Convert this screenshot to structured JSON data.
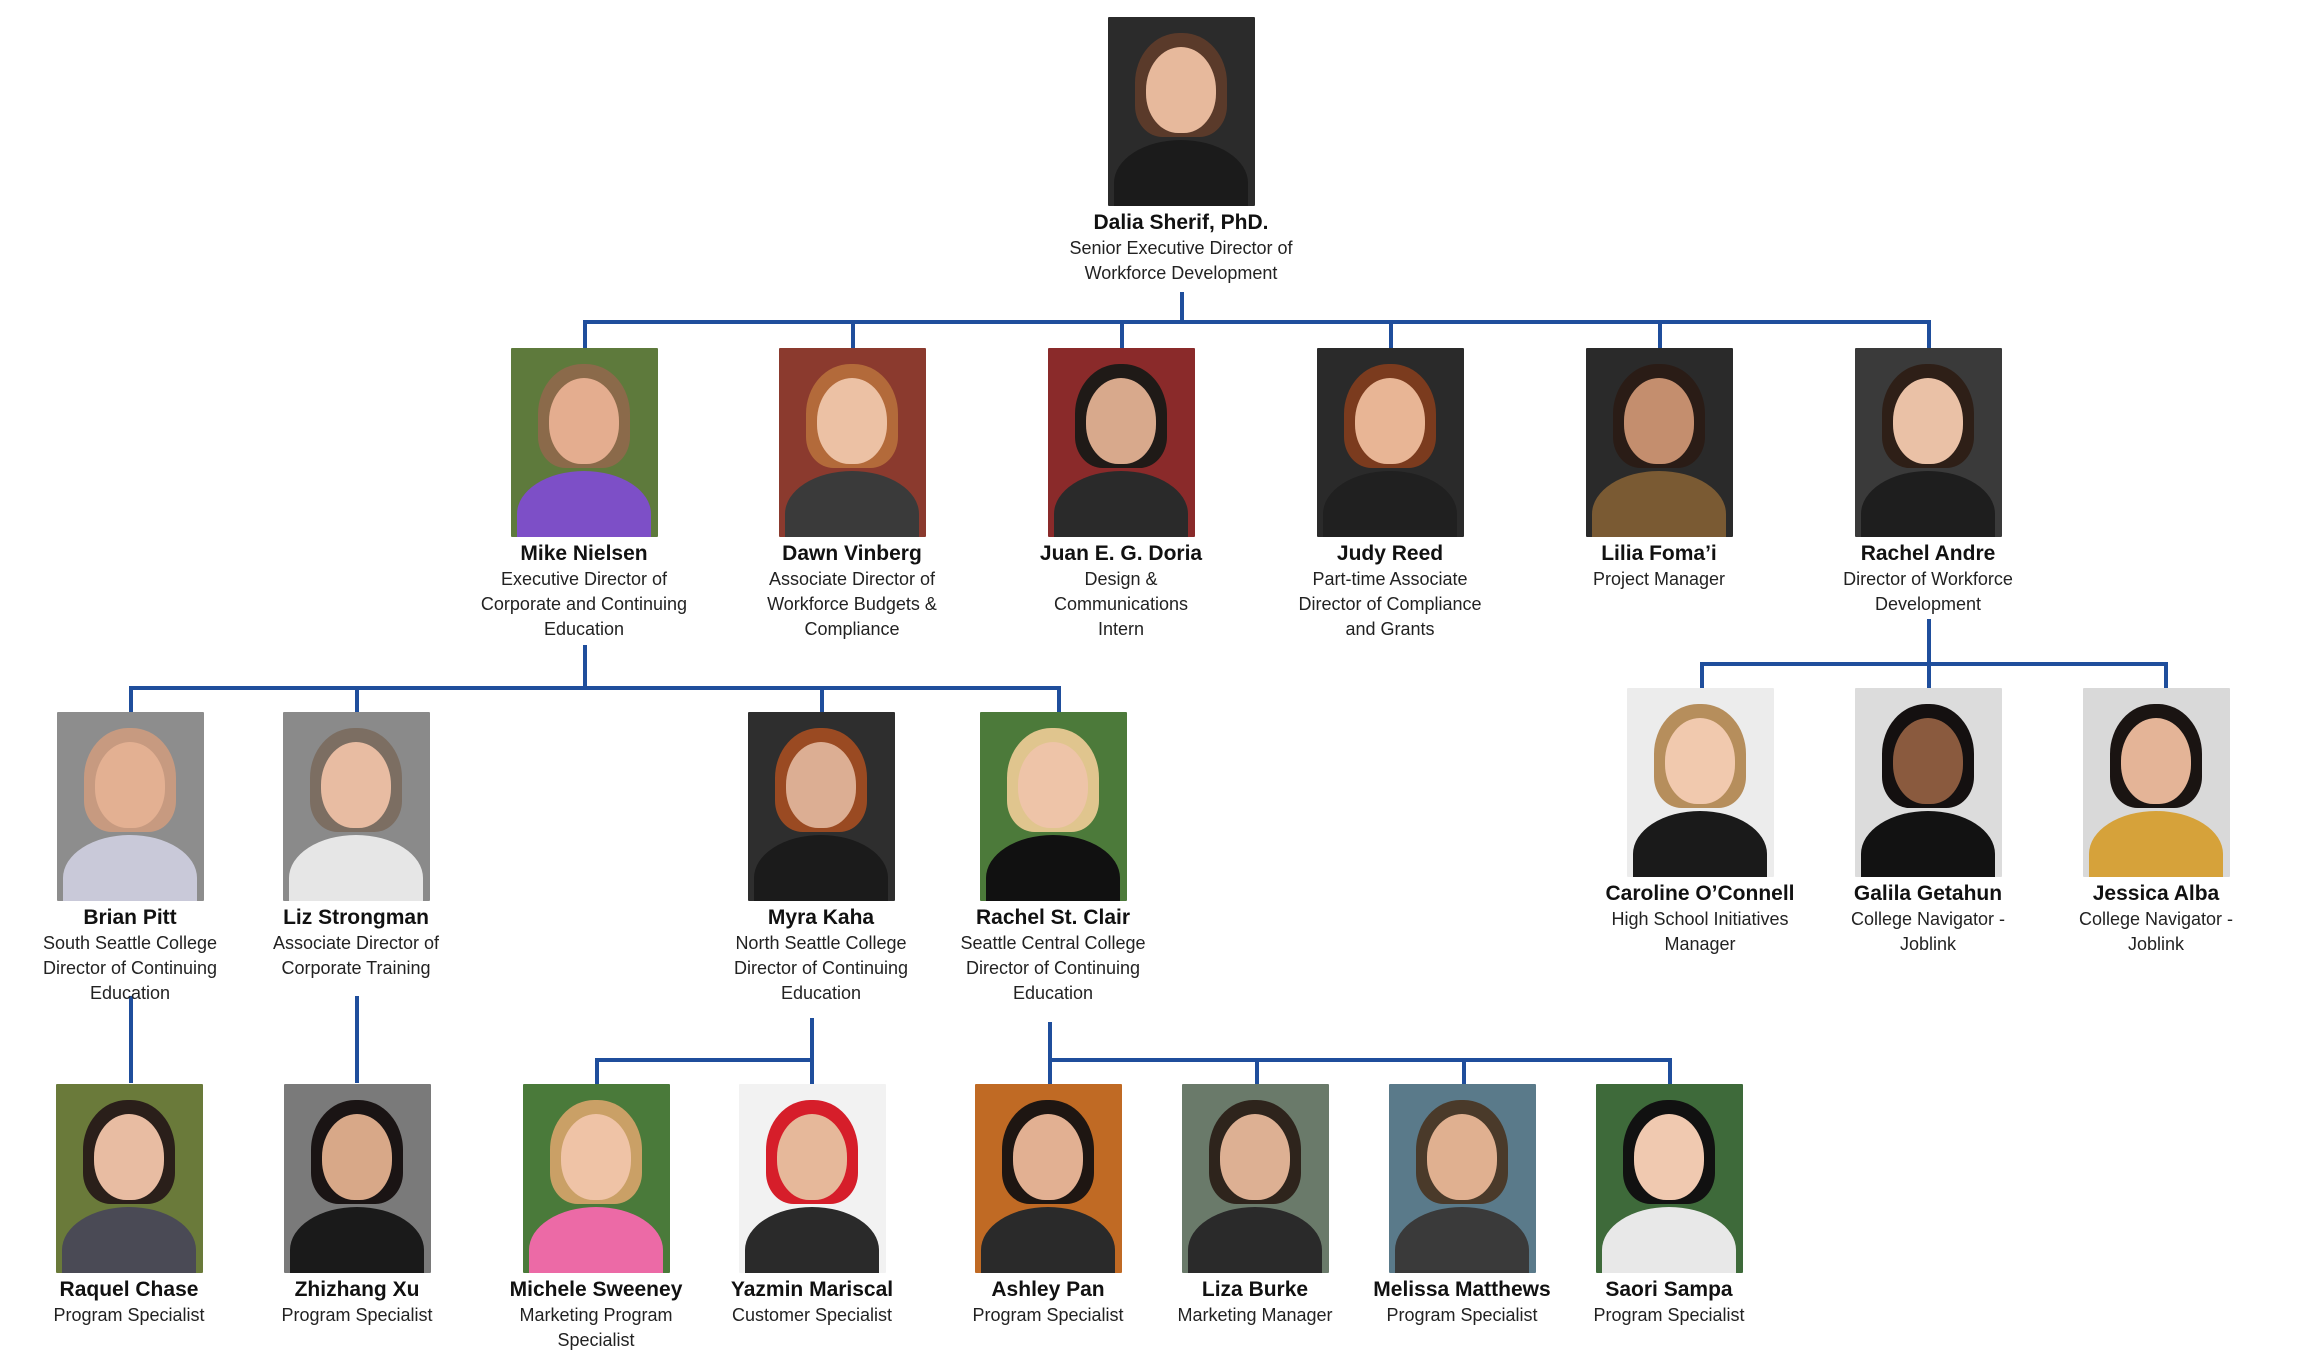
{
  "people": [
    {
      "id": "dalia",
      "name": "Dalia Sherif, PhD.",
      "title_lines": [
        "Senior Executive Director of",
        "Workforce Development"
      ],
      "colors": {
        "bg": "#2b2b2b",
        "hair": "#5a3a2a",
        "skin": "#e7b99c",
        "body": "#1b1b1b"
      }
    },
    {
      "id": "mike",
      "name": "Mike Nielsen",
      "title_lines": [
        "Executive Director of",
        "Corporate and Continuing",
        "Education"
      ],
      "colors": {
        "bg": "#5e7a3c",
        "hair": "#8b6a4a",
        "skin": "#e4ad8f",
        "body": "#7d4fc7"
      }
    },
    {
      "id": "dawn",
      "name": "Dawn Vinberg",
      "title_lines": [
        "Associate Director of",
        "Workforce Budgets &",
        "Compliance"
      ],
      "colors": {
        "bg": "#8b3a2e",
        "hair": "#b36a3a",
        "skin": "#ecc1a4",
        "body": "#3a3a3a"
      }
    },
    {
      "id": "juan",
      "name": "Juan E. G. Doria",
      "title_lines": [
        "Design &",
        "Communications",
        "Intern"
      ],
      "colors": {
        "bg": "#8a2a2a",
        "hair": "#1f1a17",
        "skin": "#d8a98c",
        "body": "#2a2a2a"
      }
    },
    {
      "id": "judy",
      "name": "Judy Reed",
      "title_lines": [
        "Part-time Associate",
        "Director of Compliance",
        "and Grants"
      ],
      "colors": {
        "bg": "#2a2a2a",
        "hair": "#7b3b1e",
        "skin": "#e8b595",
        "body": "#202020"
      }
    },
    {
      "id": "lilia",
      "name": "Lilia Foma’i",
      "title_lines": [
        "Project Manager"
      ],
      "colors": {
        "bg": "#2a2a2a",
        "hair": "#2a1c16",
        "skin": "#c48e6e",
        "body": "#7a5a33"
      }
    },
    {
      "id": "rachel_a",
      "name": "Rachel Andre",
      "title_lines": [
        "Director of Workforce",
        "Development"
      ],
      "colors": {
        "bg": "#3a3a3a",
        "hair": "#2e1f17",
        "skin": "#eac1a6",
        "body": "#1e1e1e"
      }
    },
    {
      "id": "brian",
      "name": "Brian Pitt",
      "title_lines": [
        "South Seattle College",
        "Director of Continuing",
        "Education"
      ],
      "colors": {
        "bg": "#8d8d8d",
        "hair": "#c79a80",
        "skin": "#e3b092",
        "body": "#c9c9d9"
      }
    },
    {
      "id": "liz",
      "name": "Liz Strongman",
      "title_lines": [
        "Associate Director of",
        "Corporate Training"
      ],
      "colors": {
        "bg": "#8a8a8a",
        "hair": "#7c6e62",
        "skin": "#e8bca2",
        "body": "#e6e6e6"
      }
    },
    {
      "id": "myra",
      "name": "Myra Kaha",
      "title_lines": [
        "North Seattle College",
        "Director of Continuing",
        "Education"
      ],
      "colors": {
        "bg": "#2e2e2e",
        "hair": "#9a4a22",
        "skin": "#dcae93",
        "body": "#1b1b1b"
      }
    },
    {
      "id": "rachel_s",
      "name": "Rachel St. Clair",
      "title_lines": [
        "Seattle Central College",
        "Director of Continuing",
        "Education"
      ],
      "colors": {
        "bg": "#4c7a3a",
        "hair": "#e0c58e",
        "skin": "#eec4a8",
        "body": "#111111"
      }
    },
    {
      "id": "caroline",
      "name": "Caroline O’Connell",
      "title_lines": [
        "High School Initiatives",
        "Manager"
      ],
      "colors": {
        "bg": "#ececec",
        "hair": "#b68e5c",
        "skin": "#f1c9ae",
        "body": "#1a1a1a"
      }
    },
    {
      "id": "galila",
      "name": "Galila Getahun",
      "title_lines": [
        "College Navigator -",
        "Joblink"
      ],
      "colors": {
        "bg": "#dcdcdc",
        "hair": "#141010",
        "skin": "#8a5a3e",
        "body": "#121212"
      }
    },
    {
      "id": "jessica",
      "name": "Jessica Alba",
      "title_lines": [
        "College Navigator -",
        "Joblink"
      ],
      "colors": {
        "bg": "#d9d9d9",
        "hair": "#1a1412",
        "skin": "#e4b497",
        "body": "#d6a23a"
      }
    },
    {
      "id": "raquel",
      "name": "Raquel Chase",
      "title_lines": [
        "Program Specialist"
      ],
      "colors": {
        "bg": "#6a7a3a",
        "hair": "#2a1f1a",
        "skin": "#e8bca2",
        "body": "#4a4a55"
      }
    },
    {
      "id": "zhizhang",
      "name": "Zhizhang Xu",
      "title_lines": [
        "Program Specialist"
      ],
      "colors": {
        "bg": "#7a7a7a",
        "hair": "#1a1414",
        "skin": "#d8a888",
        "body": "#1a1a1a"
      }
    },
    {
      "id": "michele",
      "name": "Michele Sweeney",
      "title_lines": [
        "Marketing Program",
        "Specialist"
      ],
      "colors": {
        "bg": "#4a7a3a",
        "hair": "#caa066",
        "skin": "#efc3a6",
        "body": "#ec6aa6"
      }
    },
    {
      "id": "yazmin",
      "name": "Yazmin Mariscal",
      "title_lines": [
        "Customer Specialist"
      ],
      "colors": {
        "bg": "#f2f2f2",
        "hair": "#d61e2a",
        "skin": "#e6b89a",
        "body": "#2a2a2a"
      }
    },
    {
      "id": "ashley",
      "name": "Ashley Pan",
      "title_lines": [
        "Program Specialist"
      ],
      "colors": {
        "bg": "#c06a24",
        "hair": "#1e1612",
        "skin": "#e2b092",
        "body": "#2a2a2a"
      }
    },
    {
      "id": "liza",
      "name": "Liza Burke",
      "title_lines": [
        "Marketing Manager"
      ],
      "colors": {
        "bg": "#6a7a6a",
        "hair": "#2e241c",
        "skin": "#ddb093",
        "body": "#2a2a2a"
      }
    },
    {
      "id": "melissa",
      "name": "Melissa Matthews",
      "title_lines": [
        "Program Specialist"
      ],
      "colors": {
        "bg": "#5a7a8a",
        "hair": "#4a3a2a",
        "skin": "#e0b090",
        "body": "#3a3a3a"
      }
    },
    {
      "id": "saori",
      "name": "Saori Sampa",
      "title_lines": [
        "Program Specialist"
      ],
      "colors": {
        "bg": "#3e6a3a",
        "hair": "#111111",
        "skin": "#f0c9b0",
        "body": "#e8e8e8"
      }
    }
  ],
  "accent_color": "#1f4e9c"
}
